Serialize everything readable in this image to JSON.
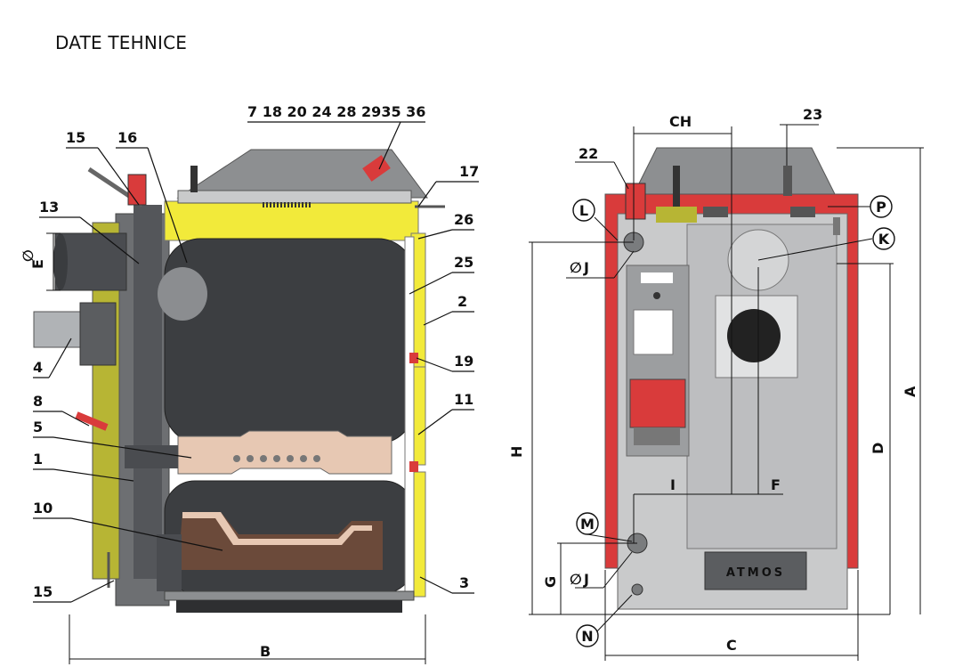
{
  "page": {
    "title": "DATE TEHNICE"
  },
  "colors": {
    "body_gray": "#8a8c8e",
    "dark_gray": "#3c3e41",
    "light_gray": "#c9cacb",
    "yellow": "#f2ea3a",
    "olive": "#b7b534",
    "red": "#d93b3b",
    "refractory": "#e7c8b3",
    "brown": "#6b4a3a"
  },
  "section_view": {
    "top_label": "7 18 20 24 28 2935 36",
    "parts": {
      "p15a": "15",
      "p16": "16",
      "p13": "13",
      "pE": "E",
      "p4": "4",
      "p8": "8",
      "p5": "5",
      "p1": "1",
      "p10": "10",
      "p15b": "15",
      "p17": "17",
      "p26": "26",
      "p25": "25",
      "p2": "2",
      "p19": "19",
      "p11": "11",
      "p3": "3",
      "pB": "B"
    }
  },
  "rear_view": {
    "dims": {
      "CH": "CH",
      "p23": "23",
      "p22": "22",
      "L": "L",
      "P": "P",
      "K": "K",
      "J1": "J",
      "H": "H",
      "I": "I",
      "F": "F",
      "D": "D",
      "A": "A",
      "M": "M",
      "G": "G",
      "J2": "J",
      "N": "N",
      "C": "C"
    },
    "brand": "ATMOS"
  },
  "diameter_symbol": "∅"
}
